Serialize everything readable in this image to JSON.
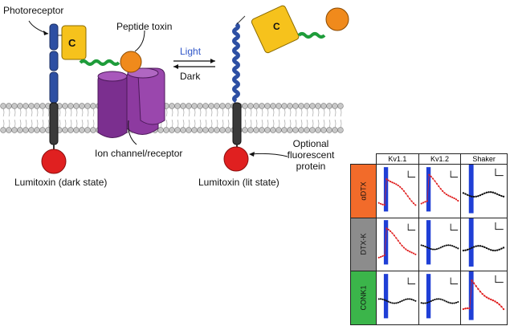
{
  "labels": {
    "photoreceptor": "Photoreceptor",
    "peptide_toxin": "Peptide toxin",
    "light": "Light",
    "dark": "Dark",
    "ion_channel": "Ion channel/receptor",
    "lumitoxin_dark": "Lumitoxin (dark state)",
    "lumitoxin_lit": "Lumitoxin (lit state)",
    "optional_1": "Optional",
    "optional_2": "fluorescent",
    "optional_3": "protein",
    "c_letter_left": "C",
    "c_letter_right": "C"
  },
  "grid": {
    "columns": [
      "Kv1.1",
      "Kv1.2",
      "Shaker"
    ],
    "rows": [
      "αDTX",
      "DTX-K",
      "CONK1"
    ],
    "row_colors": [
      "#f26b2a",
      "#8c8c8c",
      "#3bb54a"
    ]
  },
  "colors": {
    "photoreceptor": "#2d4fa3",
    "chromophore": "#f6c21c",
    "linker": "#1e9c3a",
    "toxin": "#f08a1c",
    "channel": "#7b2f8f",
    "lumitoxin": "#e02020",
    "stim_bar": "#1f3fd6"
  }
}
